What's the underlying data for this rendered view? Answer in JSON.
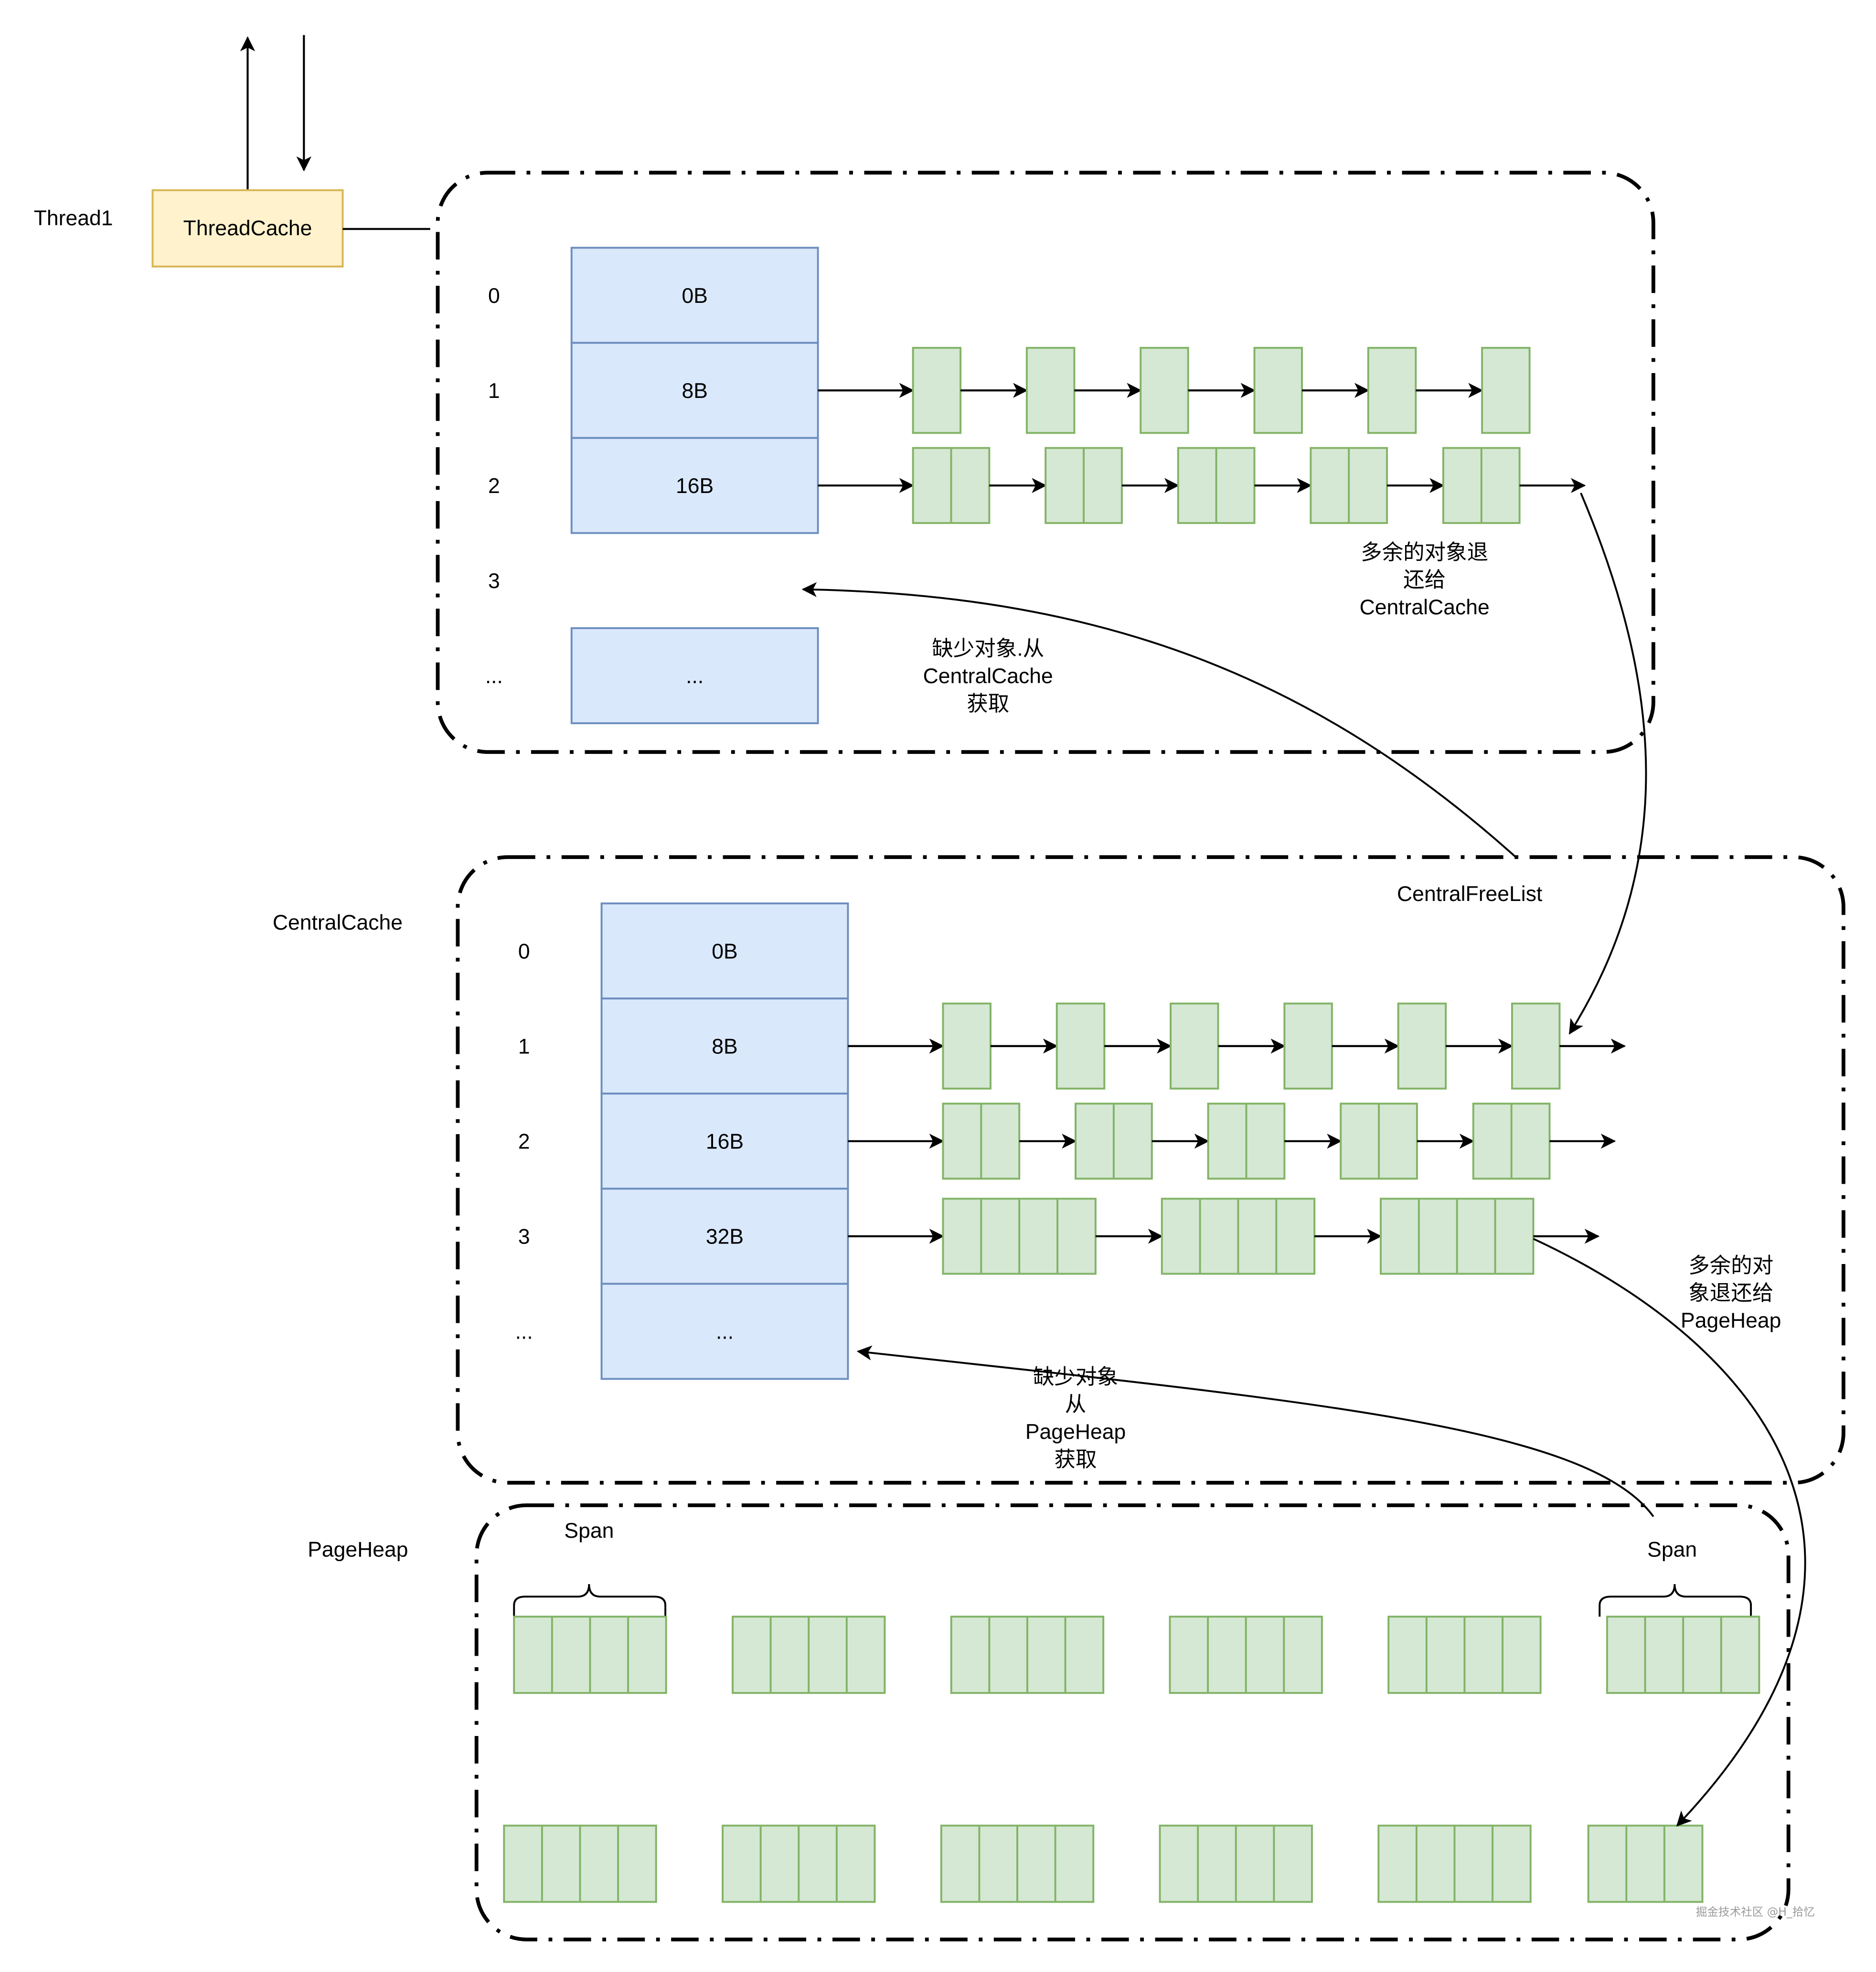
{
  "thread": {
    "label": "Thread1",
    "cache_label": "ThreadCache"
  },
  "thread_cache": {
    "index_labels": [
      "0",
      "1",
      "2",
      "3",
      "..."
    ],
    "size_classes": [
      {
        "index": "0",
        "size": "0B",
        "object_blocks": 0,
        "pages_per_block": 0,
        "has_cell": true
      },
      {
        "index": "1",
        "size": "8B",
        "object_blocks": 6,
        "pages_per_block": 1,
        "has_cell": true
      },
      {
        "index": "2",
        "size": "16B",
        "object_blocks": 5,
        "pages_per_block": 2,
        "has_cell": true
      },
      {
        "index": "3",
        "size": "",
        "object_blocks": 0,
        "pages_per_block": 0,
        "has_cell": false
      },
      {
        "index": "...",
        "size": "...",
        "object_blocks": 0,
        "pages_per_block": 0,
        "has_cell": true
      }
    ],
    "return_label": [
      "多余的对象退",
      "还给",
      "CentralCache"
    ],
    "fetch_label": [
      "缺少对象.从",
      "CentralCache",
      "获取"
    ]
  },
  "central_cache": {
    "label": "CentralCache",
    "free_list_label": "CentralFreeList",
    "size_classes": [
      {
        "index": "0",
        "size": "0B",
        "object_blocks": 0,
        "pages_per_block": 0
      },
      {
        "index": "1",
        "size": "8B",
        "object_blocks": 6,
        "pages_per_block": 1
      },
      {
        "index": "2",
        "size": "16B",
        "object_blocks": 5,
        "pages_per_block": 2
      },
      {
        "index": "3",
        "size": "32B",
        "object_blocks": 3,
        "pages_per_block": 4
      },
      {
        "index": "...",
        "size": "...",
        "object_blocks": 0,
        "pages_per_block": 0
      }
    ],
    "return_label": [
      "多余的对",
      "象退还给",
      "PageHeap"
    ],
    "fetch_label": [
      "缺少对象",
      "从",
      "PageHeap",
      "获取"
    ]
  },
  "page_heap": {
    "label": "PageHeap",
    "span_label_left": "Span",
    "span_label_right": "Span",
    "rows": [
      {
        "spans": [
          4,
          4,
          4,
          4,
          4,
          4
        ]
      },
      {
        "spans": [
          4,
          4,
          4,
          4,
          4,
          3
        ]
      }
    ]
  },
  "colors": {
    "size_class_fill": "#dae8fc",
    "size_class_stroke": "#6c8ebf",
    "block_fill": "#d5e8d4",
    "block_stroke": "#82b366",
    "thread_cache_fill": "#fff2cc",
    "thread_cache_stroke": "#d6b656"
  },
  "watermark": "掘金技术社区 @H_拾忆"
}
